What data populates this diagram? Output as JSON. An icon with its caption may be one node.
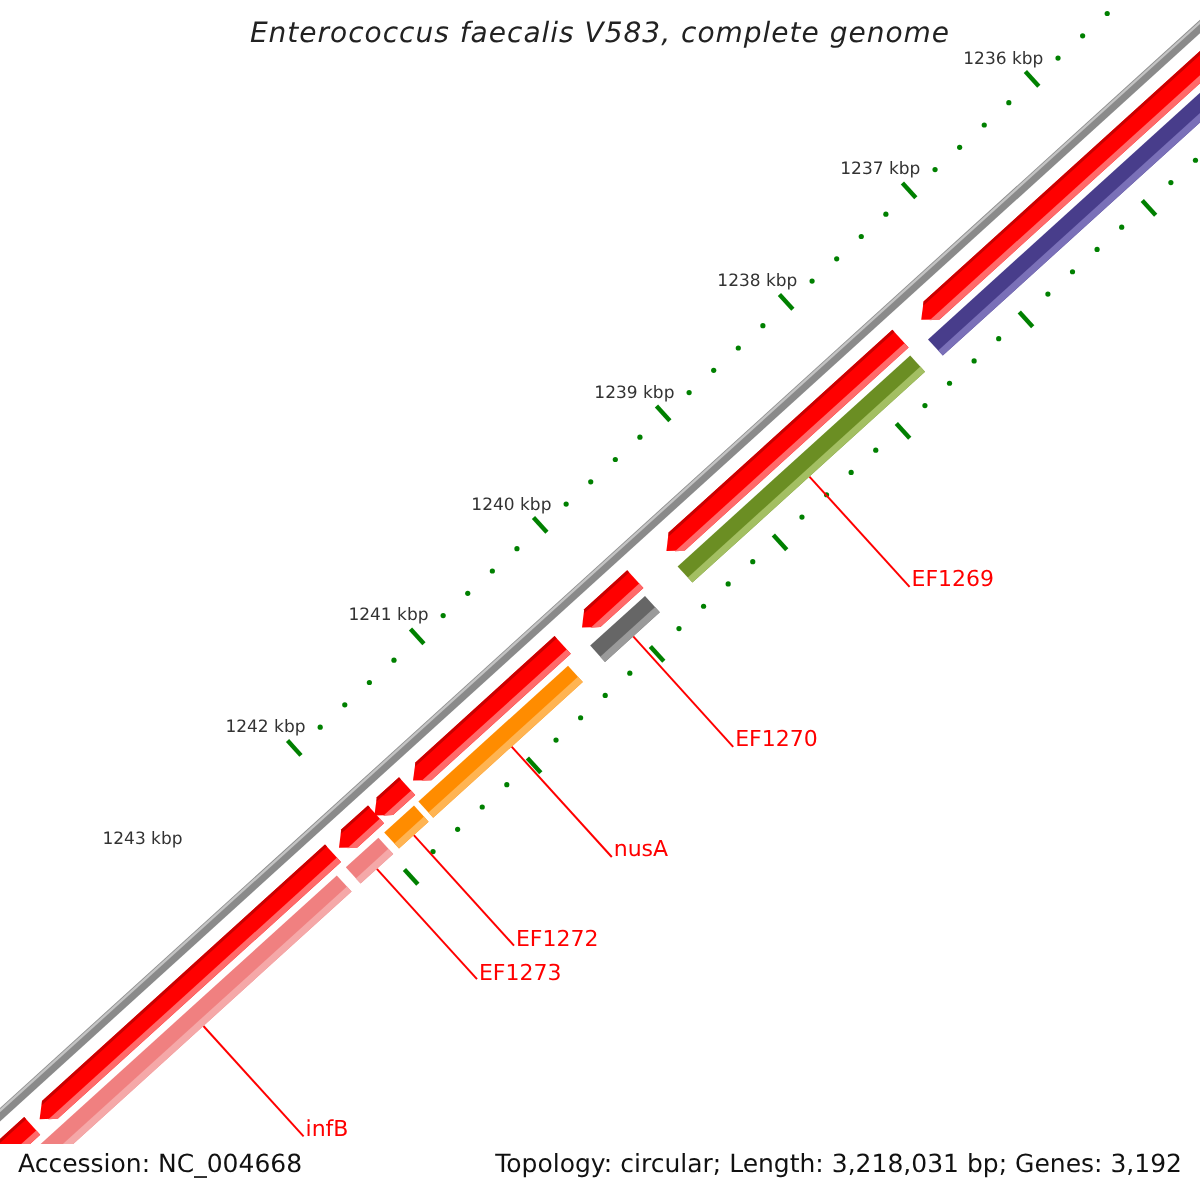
{
  "diagram": {
    "title": "Enterococcus faecalis V583, complete genome",
    "nodes": [
      {
        "text": [
          "EF1269"
        ]
      },
      {
        "text": [
          "EF1270"
        ]
      },
      {
        "text": [
          "nusA"
        ]
      },
      {
        "text": [
          "EF1272"
        ]
      },
      {
        "text": [
          "EF1273"
        ]
      },
      {
        "text": [
          "infB"
        ]
      },
      {
        "text": [],
        "shape": "bar"
      },
      {
        "text": [],
        "shape": "bar"
      },
      {
        "text": [],
        "shape": "bar"
      },
      {
        "text": [],
        "shape": "bar"
      },
      {
        "text": [],
        "shape": "bar"
      },
      {
        "text": [],
        "shape": "bar"
      }
    ],
    "edges": [
      {
        "from": 0,
        "to": 6,
        "arrow": "none"
      },
      {
        "from": 1,
        "to": 7,
        "arrow": "none"
      },
      {
        "from": 2,
        "to": 8,
        "arrow": "none"
      },
      {
        "from": 3,
        "to": 9,
        "arrow": "none"
      },
      {
        "from": 4,
        "to": 10,
        "arrow": "none"
      },
      {
        "from": 5,
        "to": 11,
        "arrow": "none"
      }
    ],
    "labels": [
      "1236 kbp",
      "1237 kbp",
      "1238 kbp",
      "1239 kbp",
      "1240 kbp",
      "1241 kbp",
      "1242 kbp",
      "1243 kbp",
      "Accession: NC_004668",
      "Topology: circular; Length: 3,218,031 bp; Genes: 3,192"
    ]
  }
}
